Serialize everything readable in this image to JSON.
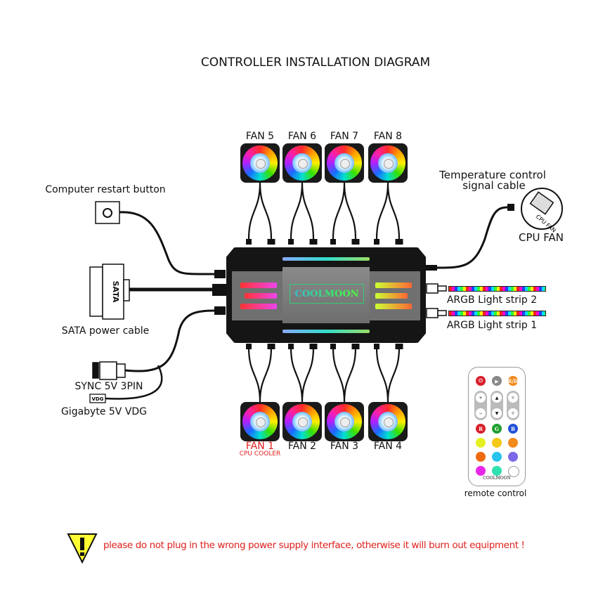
{
  "title": "CONTROLLER INSTALLATION DIAGRAM",
  "top_fans": [
    "FAN 5",
    "FAN 6",
    "FAN 7",
    "FAN 8"
  ],
  "bottom_fans": [
    "FAN 1",
    "FAN 2",
    "FAN 3",
    "FAN 4"
  ],
  "fan1_sub": "CPU COOLER",
  "left": {
    "restart_button": "Computer restart button",
    "sata_power": "SATA power cable",
    "sata_text": "SATA",
    "sync_3pin": "SYNC 5V 3PIN",
    "gigabyte_vdg": "Gigabyte 5V VDG",
    "vdg_text": "VDG"
  },
  "right": {
    "temp_line1": "Temperature control",
    "temp_line2": "signal cable",
    "cpu_fan": "CPU FAN",
    "cpu_fan_icon_text": "CPU FAN",
    "strip2": "ARGB Light strip 2",
    "strip1": "ARGB Light strip 1"
  },
  "hub": {
    "logo": "COOLMOON"
  },
  "remote": {
    "label": "remote control",
    "brand": "COOLMOON",
    "top_buttons": [
      {
        "text": "⏻",
        "color": "#d81e2a"
      },
      {
        "text": "▶",
        "color": "#888888"
      },
      {
        "text": "R/H",
        "color": "#f08a1c"
      }
    ],
    "pill_buttons": [
      [
        "+",
        "−"
      ],
      [
        "▲",
        "▼"
      ],
      [
        "☼",
        "☼"
      ]
    ],
    "color_buttons": [
      {
        "text": "R",
        "color": "#d8202a"
      },
      {
        "text": "G",
        "color": "#20a030"
      },
      {
        "text": "B",
        "color": "#2050d8"
      },
      {
        "text": "",
        "color": "#e4f020"
      },
      {
        "text": "",
        "color": "#f4c818"
      },
      {
        "text": "",
        "color": "#f28a1c"
      },
      {
        "text": "",
        "color": "#ee6a10"
      },
      {
        "text": "",
        "color": "#28c4ee"
      },
      {
        "text": "",
        "color": "#7a6ae8"
      },
      {
        "text": "",
        "color": "#e828e8"
      },
      {
        "text": "",
        "color": "#30e0b0"
      },
      {
        "text": "",
        "color": "#ffffff"
      }
    ]
  },
  "warning": {
    "icon": "warning-triangle-icon",
    "text": "please do not plug in the wrong power supply interface, otherwise it will burn out equipment !",
    "text_color": "#e0201c",
    "icon_color": "#ffff33"
  },
  "colors": {
    "fan1_label": "#e0201c"
  }
}
